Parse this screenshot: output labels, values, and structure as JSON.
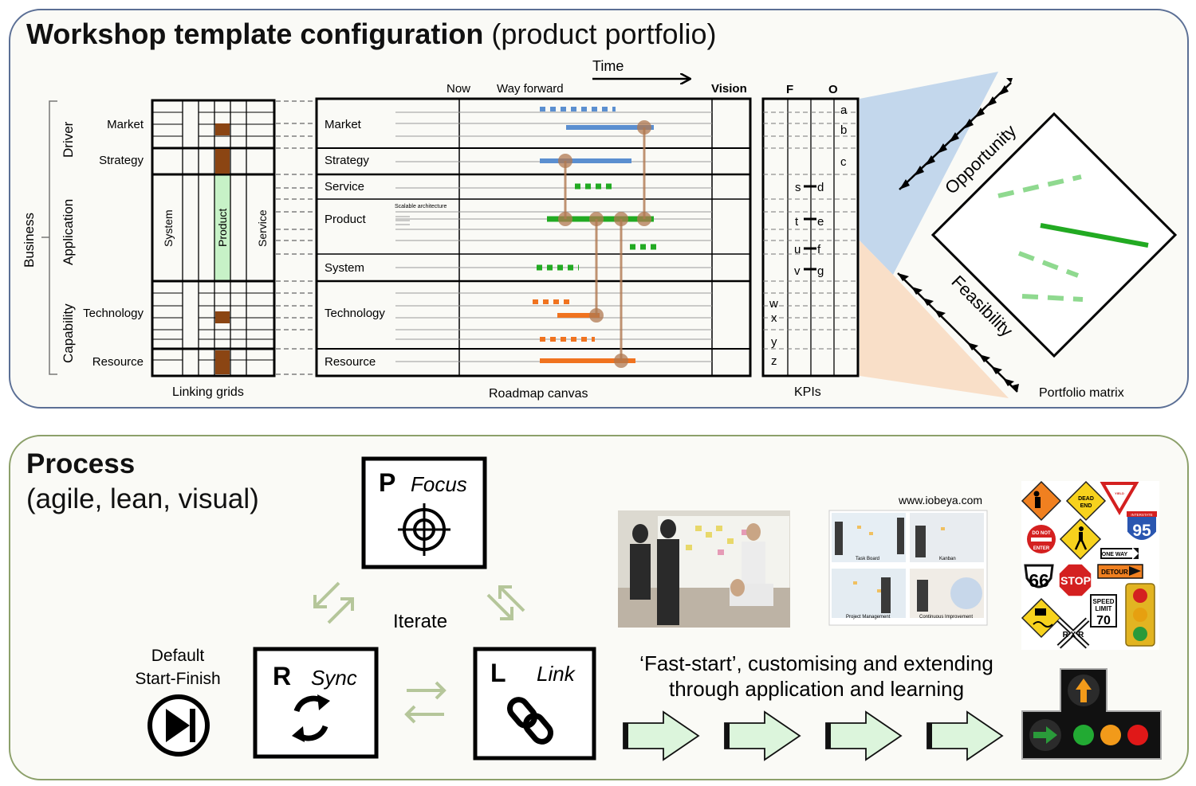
{
  "workshop": {
    "title_bold": "Workshop template configuration",
    "title_rest": " (product portfolio)",
    "time_label": "Time",
    "now_label": "Now",
    "way_forward_label": "Way forward",
    "vision_label": "Vision",
    "business_label": "Business",
    "group_labels": {
      "driver": "Driver",
      "application": "Application",
      "capability": "Capability"
    },
    "row_labels": {
      "market": "Market",
      "strategy": "Strategy",
      "service": "Service",
      "product": "Product",
      "system": "System",
      "technology": "Technology",
      "resource": "Resource"
    },
    "linking_grid_columns": {
      "system": "System",
      "product": "Product",
      "service": "Service"
    },
    "product_note": "Scalable architecture",
    "kpi_headers": {
      "f": "F",
      "o": "O"
    },
    "kpi_letters": {
      "a": "a",
      "b": "b",
      "c": "c",
      "d": "d",
      "e": "e",
      "f": "f",
      "g": "g",
      "s": "s",
      "t": "t",
      "u": "u",
      "v": "v",
      "w": "w",
      "x": "x",
      "y": "y",
      "z": "z"
    },
    "matrix_labels": {
      "opportunity": "Opportunity",
      "feasibility": "Feasibility"
    },
    "captions": {
      "linking_grids": "Linking grids",
      "roadmap_canvas": "Roadmap canvas",
      "kpis": "KPIs",
      "portfolio_matrix": "Portfolio matrix"
    }
  },
  "process": {
    "title": "Process",
    "subtitle": "(agile, lean, visual)",
    "focus": {
      "letter": "P",
      "label": "Focus",
      "icon": "crosshair-icon"
    },
    "sync": {
      "letter": "R",
      "label": "Sync",
      "icon": "sync-arrows-icon"
    },
    "link": {
      "letter": "L",
      "label": "Link",
      "icon": "chain-link-icon"
    },
    "iterate_label": "Iterate",
    "default_line1": "Default",
    "default_line2": "Start-Finish",
    "start_finish_icon": "play-stop-icon",
    "url": "www.iobeya.com",
    "fast_start_line1": "‘Fast-start’, customising and extending",
    "fast_start_line2": "through application and learning",
    "photo_tiles": [
      "Task Board",
      "Kanban",
      "Project Management",
      "Continuous Improvement"
    ],
    "signs": {
      "dead_end_1": "DEAD",
      "dead_end_2": "END",
      "yield": "YIELD",
      "do_not": "DO NOT",
      "enter": "ENTER",
      "interstate": "INTERSTATE",
      "i95": "95",
      "route66": "66",
      "stop": "STOP",
      "one_way": "ONE WAY",
      "detour": "DETOUR",
      "speed_limit_1": "SPEED",
      "speed_limit_2": "LIMIT",
      "speed_limit_3": "70",
      "rxr": "R X R"
    }
  },
  "colors": {
    "blue": "#5b8fd0",
    "green": "#22aa22",
    "light_green": "#8fd98f",
    "orange": "#f0731f",
    "brown": "#8b4513",
    "link_brown": "#b07850"
  }
}
